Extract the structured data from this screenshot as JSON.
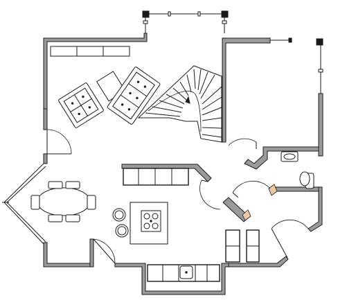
{
  "figure": {
    "kind": "architectural-floor-plan",
    "rooms": [
      "living-room",
      "staircase",
      "dining-area",
      "kitchen",
      "bathroom",
      "utility-area"
    ],
    "fixtures": [
      "sofa",
      "armchair",
      "coffee-table",
      "bookshelf",
      "dining-table",
      "dining-chair",
      "kitchen-island",
      "cooktop",
      "bar-stool",
      "kitchen-counter",
      "kitchen-sink",
      "bathroom-sink",
      "toilet",
      "spiral-staircase"
    ],
    "colors": {
      "wall_fill": "#9a9a9a",
      "line": "#1a1a1a",
      "background": "#ffffff",
      "threshold": "#f1c9a6"
    }
  }
}
